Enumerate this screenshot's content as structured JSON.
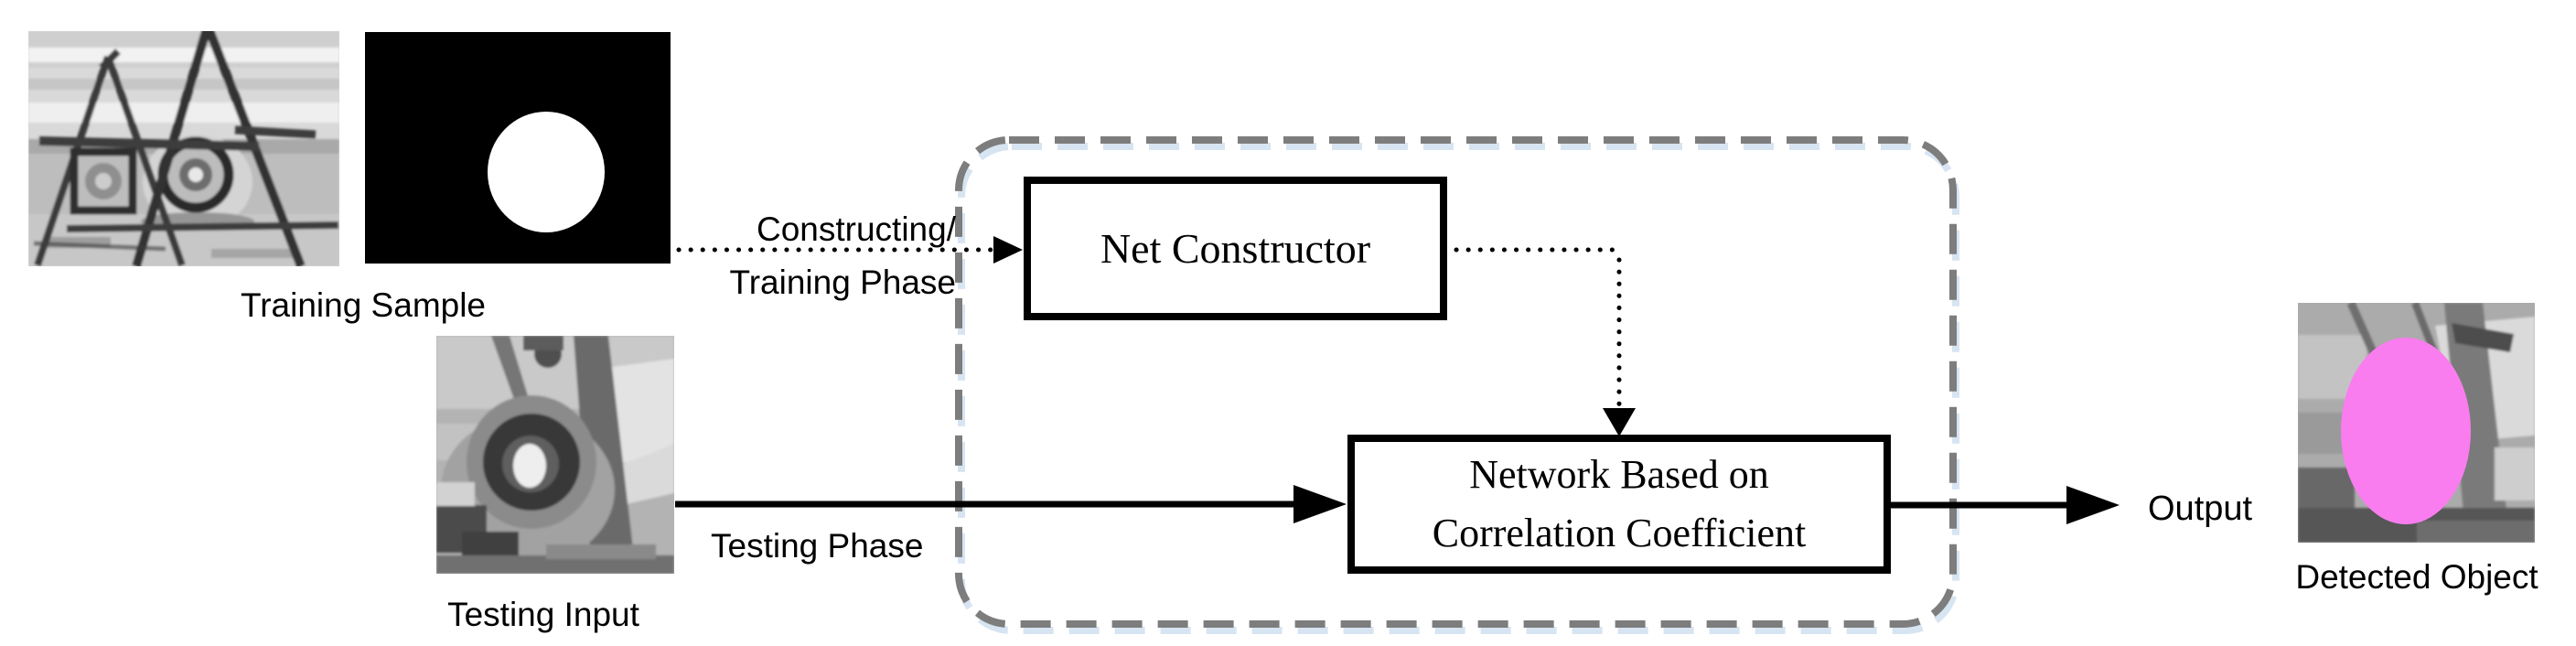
{
  "labels": {
    "training_sample": "Training Sample",
    "testing_input": "Testing Input",
    "detected_object": "Detected Object",
    "constructing_line1": "Constructing/",
    "constructing_line2": "Training Phase",
    "testing_phase": "Testing Phase",
    "output": "Output"
  },
  "boxes": {
    "net_constructor": "Net Constructor",
    "network_line1": "Network Based on",
    "network_line2": "Correlation Coefficient"
  },
  "colors": {
    "highlight_magenta": "#f97def",
    "dashed_border_gray": "#7d7d7d",
    "dashed_border_shadow": "#d7e4f2",
    "mask_background": "#000000",
    "mask_foreground": "#ffffff",
    "ink": "#000000"
  }
}
